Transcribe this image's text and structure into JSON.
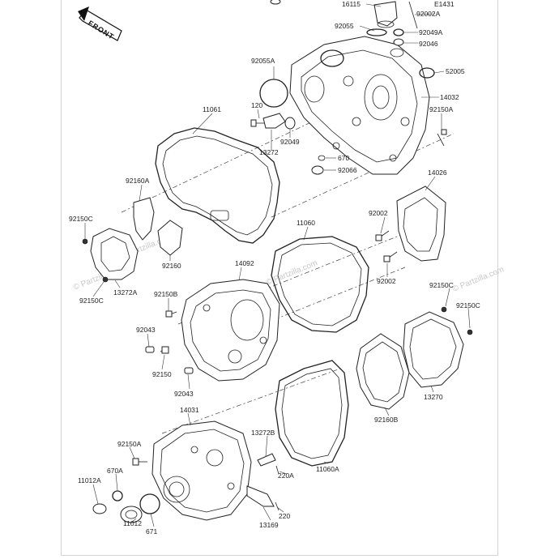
{
  "orientation_label": "FRONT",
  "watermarks": [
    "© Partzilla.com",
    "© Partzilla.com",
    "© Partzilla.com",
    "© Partzilla.com"
  ],
  "part_labels": [
    {
      "id": "16115",
      "text": "16115"
    },
    {
      "id": "E1431",
      "text": "E1431"
    },
    {
      "id": "92002A",
      "text": "92002A"
    },
    {
      "id": "92055",
      "text": "92055"
    },
    {
      "id": "92049A",
      "text": "92049A"
    },
    {
      "id": "92046",
      "text": "92046"
    },
    {
      "id": "92055A",
      "text": "92055A"
    },
    {
      "id": "52005",
      "text": "52005"
    },
    {
      "id": "14032",
      "text": "14032"
    },
    {
      "id": "120",
      "text": "120"
    },
    {
      "id": "92150A-top",
      "text": "92150A"
    },
    {
      "id": "11061",
      "text": "11061"
    },
    {
      "id": "92049",
      "text": "92049"
    },
    {
      "id": "13272",
      "text": "13272"
    },
    {
      "id": "670",
      "text": "670"
    },
    {
      "id": "92066",
      "text": "92066"
    },
    {
      "id": "14026",
      "text": "14026"
    },
    {
      "id": "92160A",
      "text": "92160A"
    },
    {
      "id": "11060",
      "text": "11060"
    },
    {
      "id": "92002-a",
      "text": "92002"
    },
    {
      "id": "92150C-left",
      "text": "92150C"
    },
    {
      "id": "92160",
      "text": "92160"
    },
    {
      "id": "14092",
      "text": "14092"
    },
    {
      "id": "92002-b",
      "text": "92002"
    },
    {
      "id": "13272A",
      "text": "13272A"
    },
    {
      "id": "92150C-left2",
      "text": "92150C"
    },
    {
      "id": "92150B",
      "text": "92150B"
    },
    {
      "id": "92150C-r1",
      "text": "92150C"
    },
    {
      "id": "92150C-r2",
      "text": "92150C"
    },
    {
      "id": "92043-a",
      "text": "92043"
    },
    {
      "id": "92150",
      "text": "92150"
    },
    {
      "id": "92043-b",
      "text": "92043"
    },
    {
      "id": "13270",
      "text": "13270"
    },
    {
      "id": "92160B",
      "text": "92160B"
    },
    {
      "id": "14031",
      "text": "14031"
    },
    {
      "id": "13272B",
      "text": "13272B"
    },
    {
      "id": "92150A-bot",
      "text": "92150A"
    },
    {
      "id": "670A",
      "text": "670A"
    },
    {
      "id": "220A",
      "text": "220A"
    },
    {
      "id": "11060A",
      "text": "11060A"
    },
    {
      "id": "11012A",
      "text": "11012A"
    },
    {
      "id": "220",
      "text": "220"
    },
    {
      "id": "13169",
      "text": "13169"
    },
    {
      "id": "671",
      "text": "671"
    },
    {
      "id": "11012",
      "text": "11012"
    }
  ]
}
